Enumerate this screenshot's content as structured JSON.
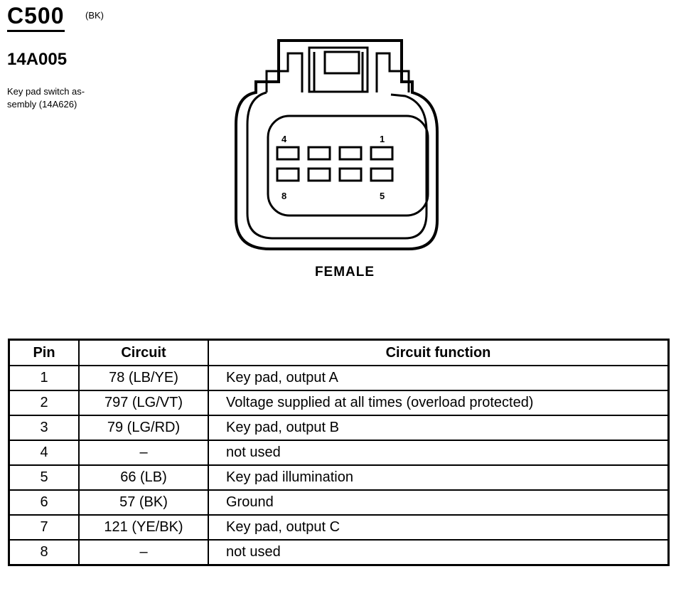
{
  "connector": {
    "code": "C500",
    "color": "(BK)",
    "part_number": "14A005",
    "description": "Key pad switch as-\nsembly (14A626)",
    "pin_labels": {
      "top_left": "4",
      "top_right": "1",
      "bottom_left": "8",
      "bottom_right": "5"
    },
    "gender": "FEMALE"
  },
  "table": {
    "headers": {
      "pin": "Pin",
      "circuit": "Circuit",
      "function": "Circuit function"
    },
    "rows": [
      {
        "pin": "1",
        "circuit": "78 (LB/YE)",
        "function": "Key pad, output A"
      },
      {
        "pin": "2",
        "circuit": "797 (LG/VT)",
        "function": "Voltage supplied at all times (overload protected)"
      },
      {
        "pin": "3",
        "circuit": "79 (LG/RD)",
        "function": "Key pad, output B"
      },
      {
        "pin": "4",
        "circuit": "–",
        "function": "not used"
      },
      {
        "pin": "5",
        "circuit": "66 (LB)",
        "function": "Key pad illumination"
      },
      {
        "pin": "6",
        "circuit": "57 (BK)",
        "function": "Ground"
      },
      {
        "pin": "7",
        "circuit": "121 (YE/BK)",
        "function": "Key pad, output C"
      },
      {
        "pin": "8",
        "circuit": "–",
        "function": "not used"
      }
    ]
  }
}
